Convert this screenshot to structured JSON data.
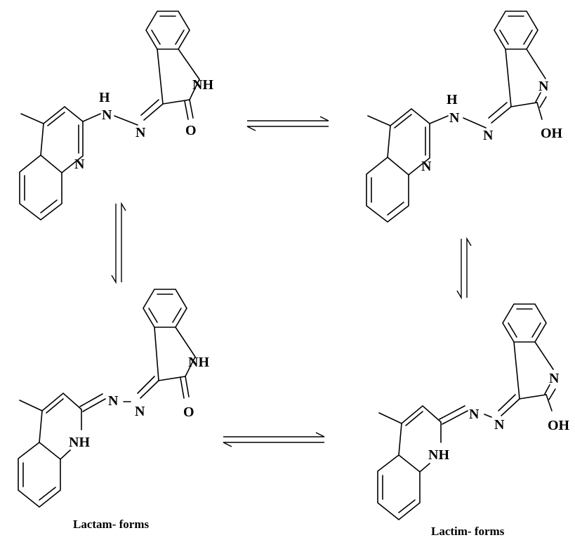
{
  "labels": {
    "nh": "NH",
    "n": "N",
    "h": "H",
    "o": "O",
    "oh": "OH"
  },
  "captions": {
    "lactam": "Lactam- forms",
    "lactim": "Lactim- forms"
  }
}
